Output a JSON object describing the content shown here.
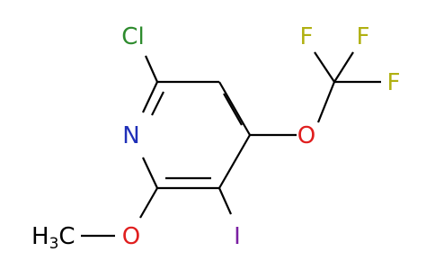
{
  "atoms": {
    "cl": "Cl",
    "n": "N",
    "o_methoxy": "O",
    "o_ether": "O",
    "iodine": "I",
    "f1": "F",
    "f2": "F",
    "f3": "F",
    "methyl_h": "H",
    "methyl_sub": "3",
    "methyl_c": "C"
  },
  "colors": {
    "bond": "#000000",
    "nitrogen": "#1f2fb8",
    "chlorine": "#2e8b2e",
    "oxygen": "#e01f1f",
    "fluorine": "#b0b012",
    "iodine": "#7a1fa2",
    "carbon_hydrogen": "#000000"
  }
}
